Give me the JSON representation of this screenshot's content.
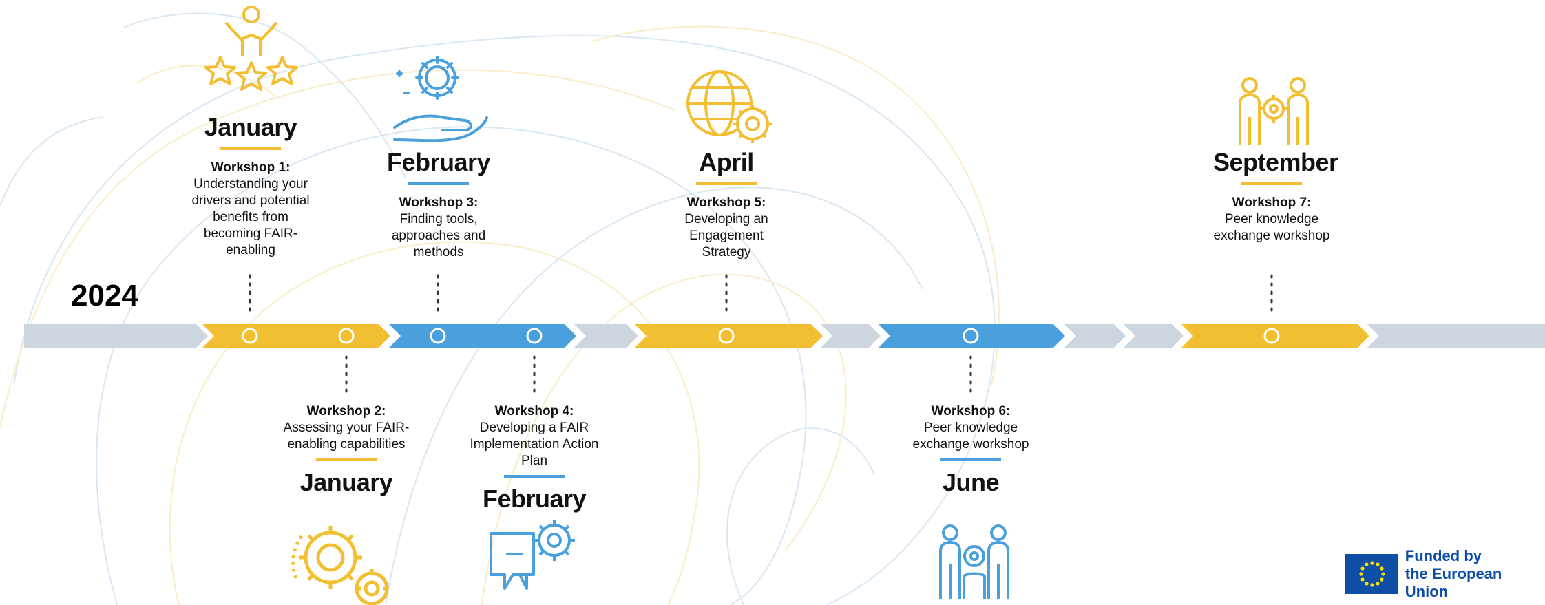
{
  "year": "2024",
  "colors": {
    "yellow": "#f2be32",
    "blue": "#4aa0dc",
    "gray": "#cdd6df",
    "eu_blue": "#0e4ea6"
  },
  "workshops": [
    {
      "month": "January",
      "title": "Workshop 1:",
      "description": "Understanding your drivers and potential benefits from becoming FAIR-enabling",
      "color": "yellow",
      "icon": "stars-person-icon"
    },
    {
      "month": "January",
      "title": "Workshop 2:",
      "description": "Assessing your FAIR-enabling capabilities",
      "color": "yellow",
      "icon": "gears-icon"
    },
    {
      "month": "February",
      "title": "Workshop 3:",
      "description": "Finding tools, approaches and methods",
      "color": "blue",
      "icon": "hand-gear-icon"
    },
    {
      "month": "February",
      "title": "Workshop 4:",
      "description": "Developing a FAIR Implementation Action Plan",
      "color": "blue",
      "icon": "chat-gear-icon"
    },
    {
      "month": "April",
      "title": "Workshop 5:",
      "description": "Developing an Engagement Strategy",
      "color": "yellow",
      "icon": "globe-gear-icon"
    },
    {
      "month": "June",
      "title": "Workshop 6:",
      "description": "Peer knowledge exchange workshop",
      "color": "blue",
      "icon": "people-gear-icon"
    },
    {
      "month": "September",
      "title": "Workshop 7:",
      "description": "Peer knowledge exchange workshop",
      "color": "yellow",
      "icon": "people-gear-icon"
    }
  ],
  "funding": {
    "line1": "Funded by",
    "line2": "the European Union",
    "flag_icon": "eu-flag-icon"
  }
}
